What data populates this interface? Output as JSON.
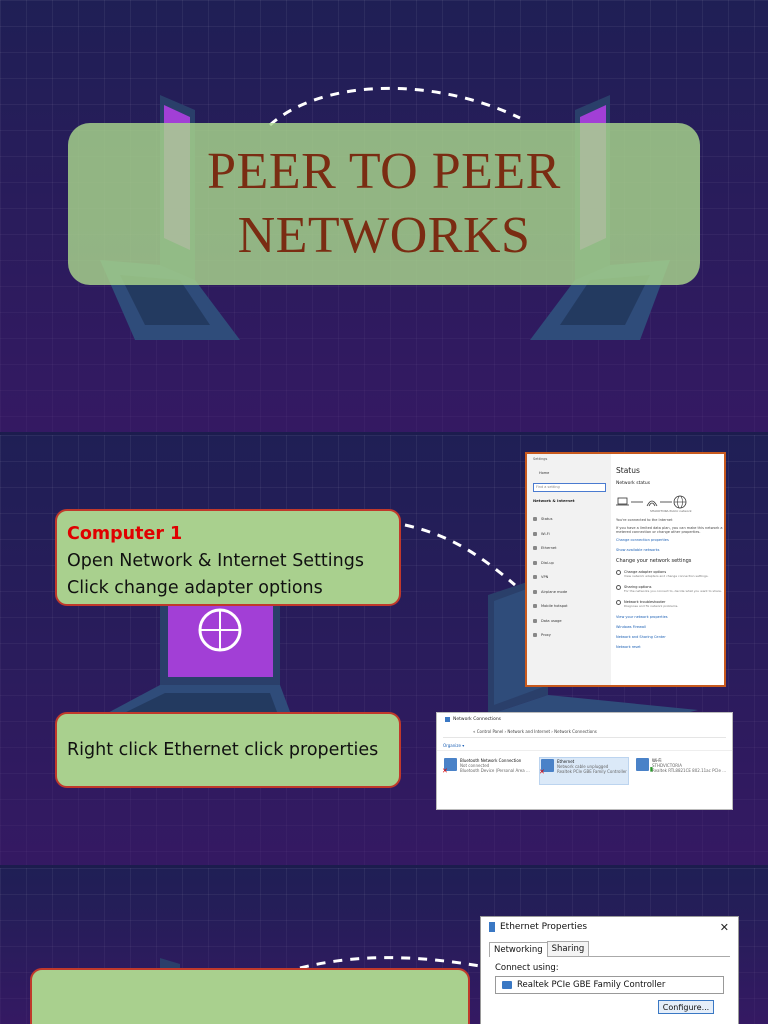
{
  "slide1": {
    "title_line1": "PEER TO PEER",
    "title_line2": "NETWORKS"
  },
  "slide2": {
    "note1_heading": "Computer 1",
    "note1_line1": "Open Network & Internet Settings",
    "note1_line2": "Click change adapter options",
    "note2_text": "Right click Ethernet click properties",
    "settings": {
      "window_label": "Settings",
      "home": "Home",
      "search_placeholder": "Find a setting",
      "section": "Network & Internet",
      "nav": [
        "Status",
        "Wi-Fi",
        "Ethernet",
        "Dial-up",
        "VPN",
        "Airplane mode",
        "Mobile hotspot",
        "Data usage",
        "Proxy"
      ],
      "title": "Status",
      "subtitle": "Network status",
      "network_name": "SHAKOTORA Public network",
      "connected_text": "You're connected to the Internet",
      "connected_desc": "If you have a limited data plan, you can make this network a metered connection or change other properties.",
      "link1": "Change connection properties",
      "link2": "Show available networks",
      "change_header": "Change your network settings",
      "options": [
        {
          "title": "Change adapter options",
          "desc": "View network adapters and change connection settings."
        },
        {
          "title": "Sharing options",
          "desc": "For the networks you connect to, decide what you want to share."
        },
        {
          "title": "Network troubleshooter",
          "desc": "Diagnose and fix network problems."
        }
      ],
      "bottom_links": [
        "View your network properties",
        "Windows Firewall",
        "Network and Sharing Center",
        "Network reset"
      ]
    },
    "netconn": {
      "title": "Network Connections",
      "address": "« Control Panel › Network and Internet › Network Connections",
      "organize": "Organize ▾",
      "items": [
        {
          "name": "Bluetooth Network Connection",
          "status": "Not connected",
          "device": "Bluetooth Device (Personal Area ..."
        },
        {
          "name": "Ethernet",
          "status": "Network cable unplugged",
          "device": "Realtek PCIe GBE Family Controller"
        },
        {
          "name": "Wi-Fi",
          "status": "STHDVICTORIA",
          "device": "Realtek RTL8821CE 802.11ac PCIe ..."
        }
      ]
    }
  },
  "slide3": {
    "ethprop": {
      "title": "Ethernet Properties",
      "close": "✕",
      "tabs": [
        "Networking",
        "Sharing"
      ],
      "connect_using": "Connect using:",
      "adapter": "Realtek PCIe GBE Family Controller",
      "configure": "Configure..."
    }
  },
  "colors": {
    "background": "#1f1f55",
    "note_fill": "#a9d08e",
    "note_border": "#c0392b",
    "title_text": "#7a2c12",
    "heading_red": "#e00000",
    "laptop_screen": "#a23fd6"
  }
}
